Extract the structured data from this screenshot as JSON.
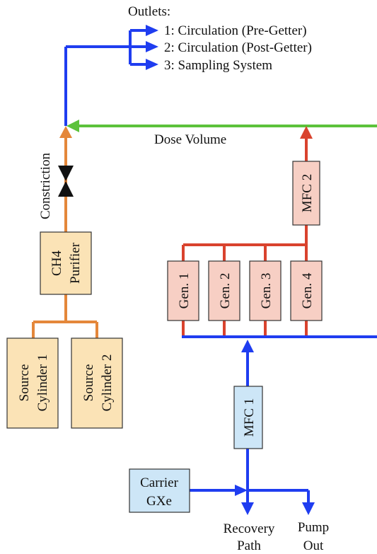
{
  "outlets": {
    "title": "Outlets:",
    "items": [
      "1:  Circulation (Pre-Getter)",
      "2:  Circulation (Post-Getter)",
      "3:  Sampling System"
    ]
  },
  "labels": {
    "dose_volume": "Dose Volume",
    "constriction": "Constriction",
    "recovery_line1": "Recovery",
    "recovery_line2": "Path",
    "pump_line1": "Pump",
    "pump_line2": "Out"
  },
  "boxes": {
    "ch4_line1": "CH4",
    "ch4_line2": "Purifier",
    "source1_line1": "Source",
    "source1_line2": "Cylinder 1",
    "source2_line1": "Source",
    "source2_line2": "Cylinder 2",
    "mfc1": "MFC 1",
    "mfc2": "MFC 2",
    "gen1": "Gen. 1",
    "gen2": "Gen. 2",
    "gen3": "Gen. 3",
    "gen4": "Gen. 4",
    "carrier_line1": "Carrier",
    "carrier_line2": "GXe"
  },
  "colors": {
    "blue_line": "#1f3df0",
    "green_line": "#5cc23b",
    "orange_line": "#e4873a",
    "red_line": "#d9432e",
    "tan_box": "#fbe3b6",
    "pink_box": "#f7cfc4",
    "lightblue_box": "#cde6f7"
  }
}
